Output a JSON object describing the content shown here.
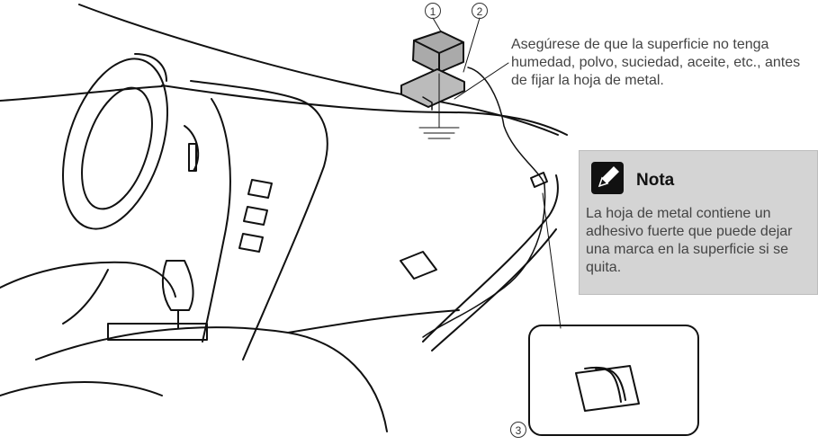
{
  "callouts": {
    "one": "1",
    "two": "2",
    "three": "3"
  },
  "caution_text": "Asegúrese de que la superficie no tenga humedad, polvo, suciedad, aceite, etc., antes de fijar la hoja de metal.",
  "note": {
    "title": "Nota",
    "text": "La hoja de metal contiene un adhesivo fuerte que puede dejar una marca en la superficie si se quita.",
    "icon": "pencil-icon"
  },
  "colors": {
    "note_background": "#d4d4d4",
    "line": "#111111"
  }
}
